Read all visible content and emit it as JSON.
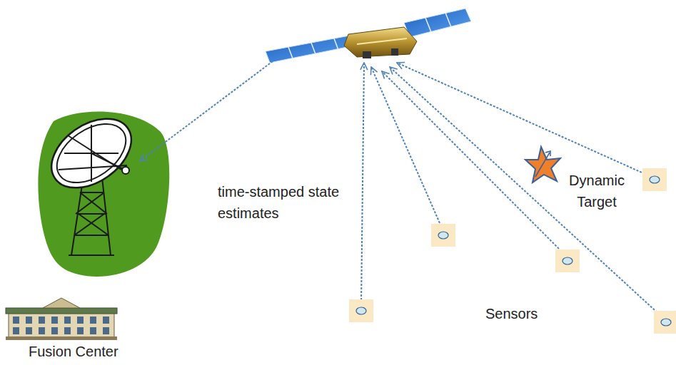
{
  "diagram": {
    "labels": [
      "time-stamped state estimates",
      "Dynamic Target",
      "Sensors",
      "Fusion Center"
    ]
  }
}
